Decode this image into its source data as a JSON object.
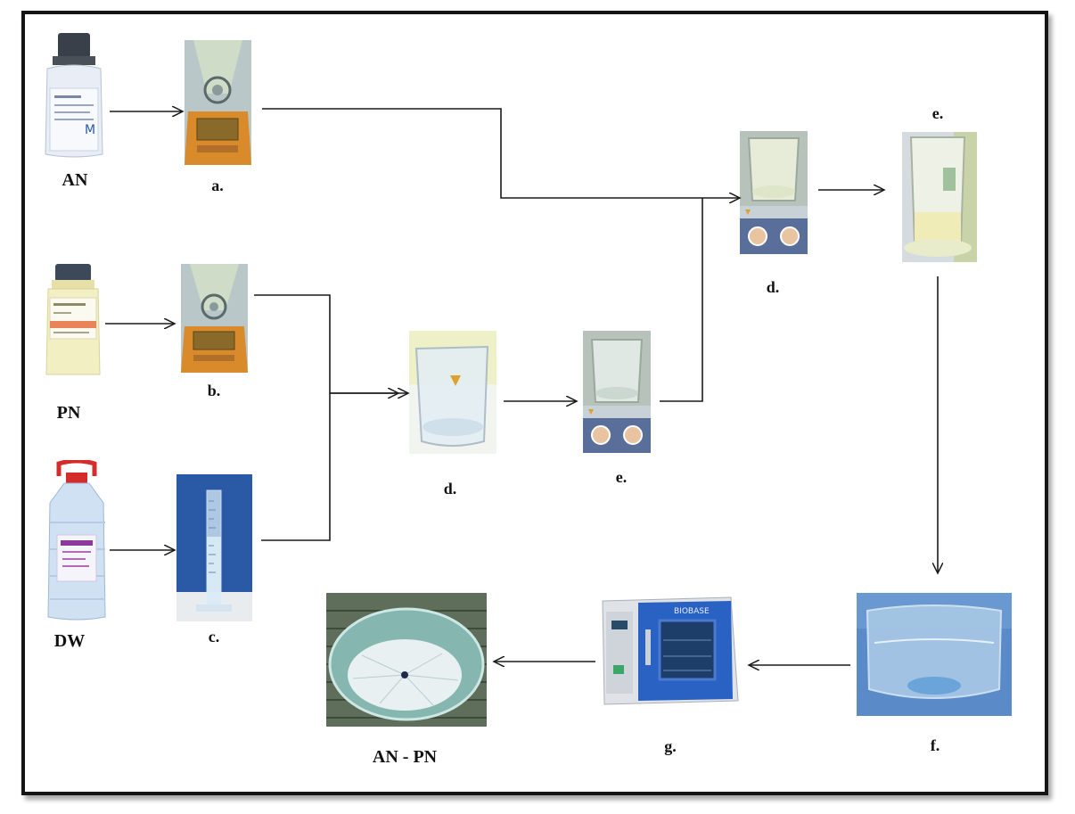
{
  "labels": {
    "an": "AN",
    "pn": "PN",
    "dw": "DW",
    "a": "a.",
    "b": "b.",
    "c": "c.",
    "d_mid": "d.",
    "e_mid": "e.",
    "d_top": "d.",
    "e_top": "e.",
    "f": "f.",
    "g": "g.",
    "product": "AN - PN"
  },
  "photos": {
    "an_bottle": "AN reagent bottle",
    "pn_bottle": "PN reagent bottle",
    "dw_bottle": "distilled water bottle",
    "balance_a": "analytical balance",
    "balance_b": "analytical balance",
    "cylinder_c": "graduated cylinder",
    "beaker_d_mid": "glass beaker",
    "stirrer_e_mid": "beaker on magnetic stirrer",
    "stirrer_d_top": "beaker on magnetic stirrer",
    "beaker_e_top": "beaker with solution",
    "petri_f": "petri dish",
    "oven_g": "drying oven",
    "product_dish": "dried AN-PN film",
    "oven_brand": "BIOBASE"
  },
  "colors": {
    "line": "#1a1a1a",
    "frame": "#151515",
    "balance_orange": "#d98a2a",
    "glass_blue": "#a9c9e6",
    "oven_blue": "#2a62c4",
    "cylinder_bg": "#2a5aa6"
  }
}
